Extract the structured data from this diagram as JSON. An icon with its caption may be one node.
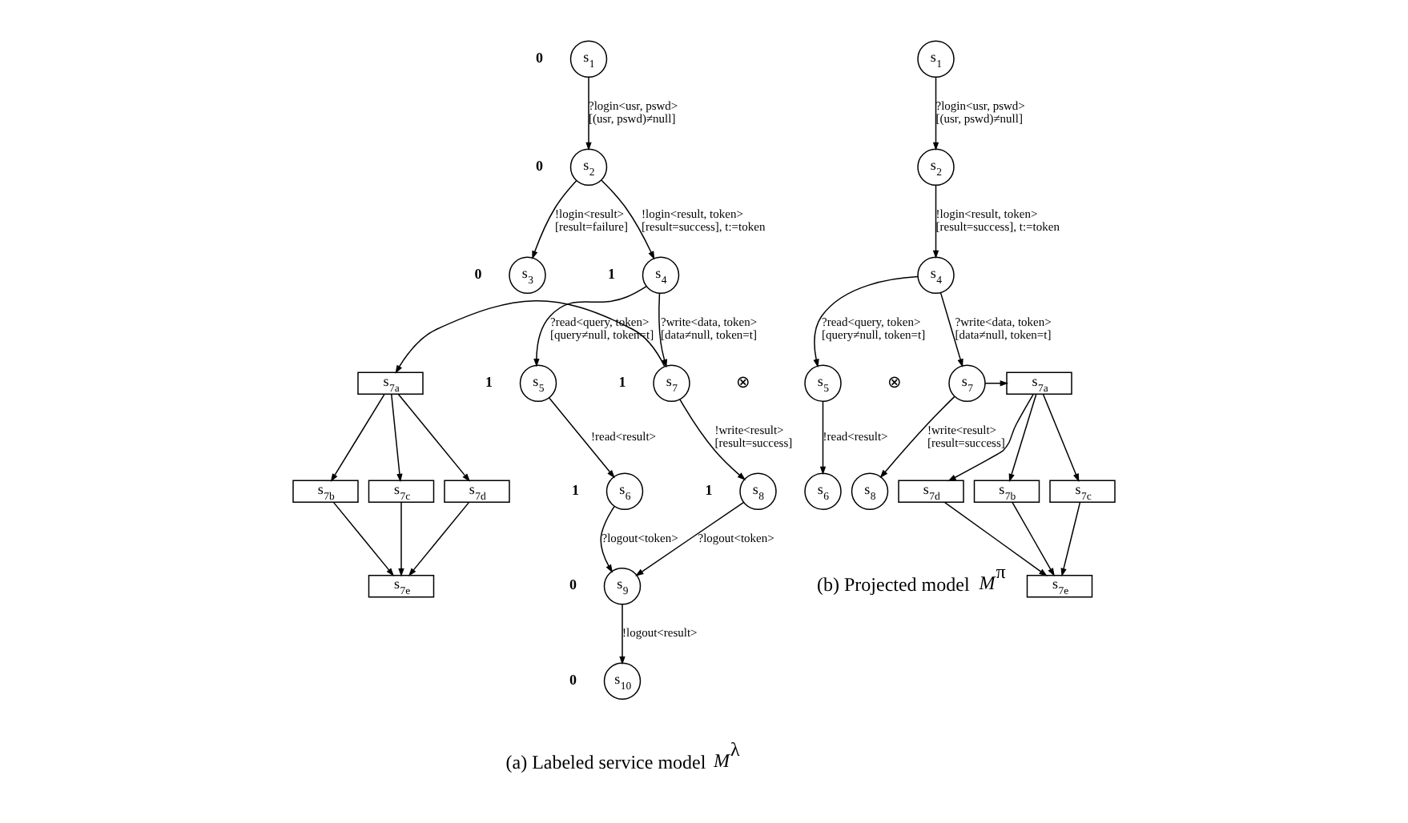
{
  "diagram": {
    "nodes": [
      {
        "text": [
          "s$_{1}$"
        ],
        "beside": [
          "0"
        ]
      },
      {
        "text": [
          "s$_{2}$"
        ],
        "beside": [
          "0"
        ]
      },
      {
        "text": [
          "s$_{3}$"
        ],
        "beside": [
          "0"
        ]
      },
      {
        "text": [
          "s$_{4}$"
        ],
        "beside": [
          "1"
        ]
      },
      {
        "text": [
          "s$_{5}$"
        ],
        "beside": [
          "1"
        ]
      },
      {
        "text": [
          "s$_{7}$"
        ],
        "beside": [
          "1"
        ]
      },
      {
        "text": [
          "s$_{7a}$"
        ]
      },
      {
        "text": [
          "s$_{7b}$"
        ]
      },
      {
        "text": [
          "s$_{7c}$"
        ]
      },
      {
        "text": [
          "s$_{7d}$"
        ]
      },
      {
        "text": [
          "s$_{7e}$"
        ]
      },
      {
        "text": [
          "s$_{6}$"
        ],
        "beside": [
          "1"
        ]
      },
      {
        "text": [
          "s$_{8}$"
        ],
        "beside": [
          "1"
        ]
      },
      {
        "text": [
          "s$_{9}$"
        ],
        "beside": [
          "0"
        ]
      },
      {
        "text": [
          "s$_{10}$"
        ],
        "beside": [
          "0"
        ]
      },
      {
        "text": [
          "s$_{1}$"
        ]
      },
      {
        "text": [
          "s$_{2}$"
        ]
      },
      {
        "text": [
          "s$_{4}$"
        ]
      },
      {
        "text": [
          "s$_{5}$"
        ]
      },
      {
        "text": [
          "s$_{7}$"
        ]
      },
      {
        "text": [
          "s$_{7a}$"
        ]
      },
      {
        "text": [
          "s$_{7b}$"
        ]
      },
      {
        "text": [
          "s$_{7c}$"
        ]
      },
      {
        "text": [
          "s$_{7d}$"
        ]
      },
      {
        "text": [
          "s$_{7e}$"
        ]
      },
      {
        "text": [
          "s$_{6}$"
        ]
      },
      {
        "text": [
          "s$_{8}$"
        ]
      }
    ],
    "edges": [
      {
        "from": 0,
        "to": 1,
        "arrow": "to",
        "label": "?login<*usr, pswd*> [*(usr, pswd)*≠null]"
      },
      {
        "from": 1,
        "to": 2,
        "arrow": "to",
        "label": "!login<*result*> [*result*=failure]"
      },
      {
        "from": 1,
        "to": 3,
        "arrow": "to",
        "label": "!login<*result, token*> [*result*=success], *t*:=*token*"
      },
      {
        "from": 3,
        "to": 4,
        "arrow": "to",
        "label": "?read<*query, token*> [*query*≠null, *token*=*t*]"
      },
      {
        "from": 3,
        "to": 5,
        "arrow": "to",
        "label": "?write<*data, token*> [*data*≠null, *token*=*t*]"
      },
      {
        "from": 5,
        "to": 6,
        "arrow": "to"
      },
      {
        "from": 6,
        "to": 7,
        "arrow": "to"
      },
      {
        "from": 6,
        "to": 8,
        "arrow": "to"
      },
      {
        "from": 6,
        "to": 9,
        "arrow": "to"
      },
      {
        "from": 7,
        "to": 10,
        "arrow": "to"
      },
      {
        "from": 8,
        "to": 10,
        "arrow": "to"
      },
      {
        "from": 9,
        "to": 10,
        "arrow": "to"
      },
      {
        "from": 4,
        "to": 11,
        "arrow": "to",
        "label": "!read<*result*>"
      },
      {
        "from": 5,
        "to": 12,
        "arrow": "to",
        "label": "!write<*result*> [*result=success*]"
      },
      {
        "from": 11,
        "to": 13,
        "arrow": "to",
        "label": "?logout<*token*>"
      },
      {
        "from": 12,
        "to": 13,
        "arrow": "to",
        "label": "?logout<*token*>"
      },
      {
        "from": 13,
        "to": 14,
        "arrow": "to",
        "label": "!logout<*result*>"
      },
      {
        "from": 15,
        "to": 16,
        "arrow": "to",
        "label": "?login<*usr, pswd*> [*(usr, pswd)*≠null]"
      },
      {
        "from": 16,
        "to": 17,
        "arrow": "to",
        "label": "!login<*result, token*> [*result*=success], *t*:=*token*"
      },
      {
        "from": 17,
        "to": 18,
        "arrow": "to",
        "label": "?read<*query, token*> [*query*≠null, *token*=*t*]"
      },
      {
        "from": 17,
        "to": 19,
        "arrow": "to",
        "label": "?write<*data, token*> [*data*≠null, *token*=*t*]"
      },
      {
        "from": 19,
        "to": 20,
        "arrow": "to"
      },
      {
        "from": 20,
        "to": 21,
        "arrow": "to"
      },
      {
        "from": 20,
        "to": 22,
        "arrow": "to"
      },
      {
        "from": 20,
        "to": 23,
        "arrow": "to"
      },
      {
        "from": 21,
        "to": 24,
        "arrow": "to"
      },
      {
        "from": 22,
        "to": 24,
        "arrow": "to"
      },
      {
        "from": 23,
        "to": 24,
        "arrow": "to"
      },
      {
        "from": 18,
        "to": 25,
        "arrow": "to",
        "label": "!read<*result*>"
      },
      {
        "from": 19,
        "to": 26,
        "arrow": "to",
        "label": "!write<*result*> [*result=success*]"
      }
    ],
    "labels": [
      "⊗",
      "⊗",
      "(a) Labeled service model *M*$^{λ}$",
      "(b) Projected model *M*$^{π}$"
    ]
  }
}
